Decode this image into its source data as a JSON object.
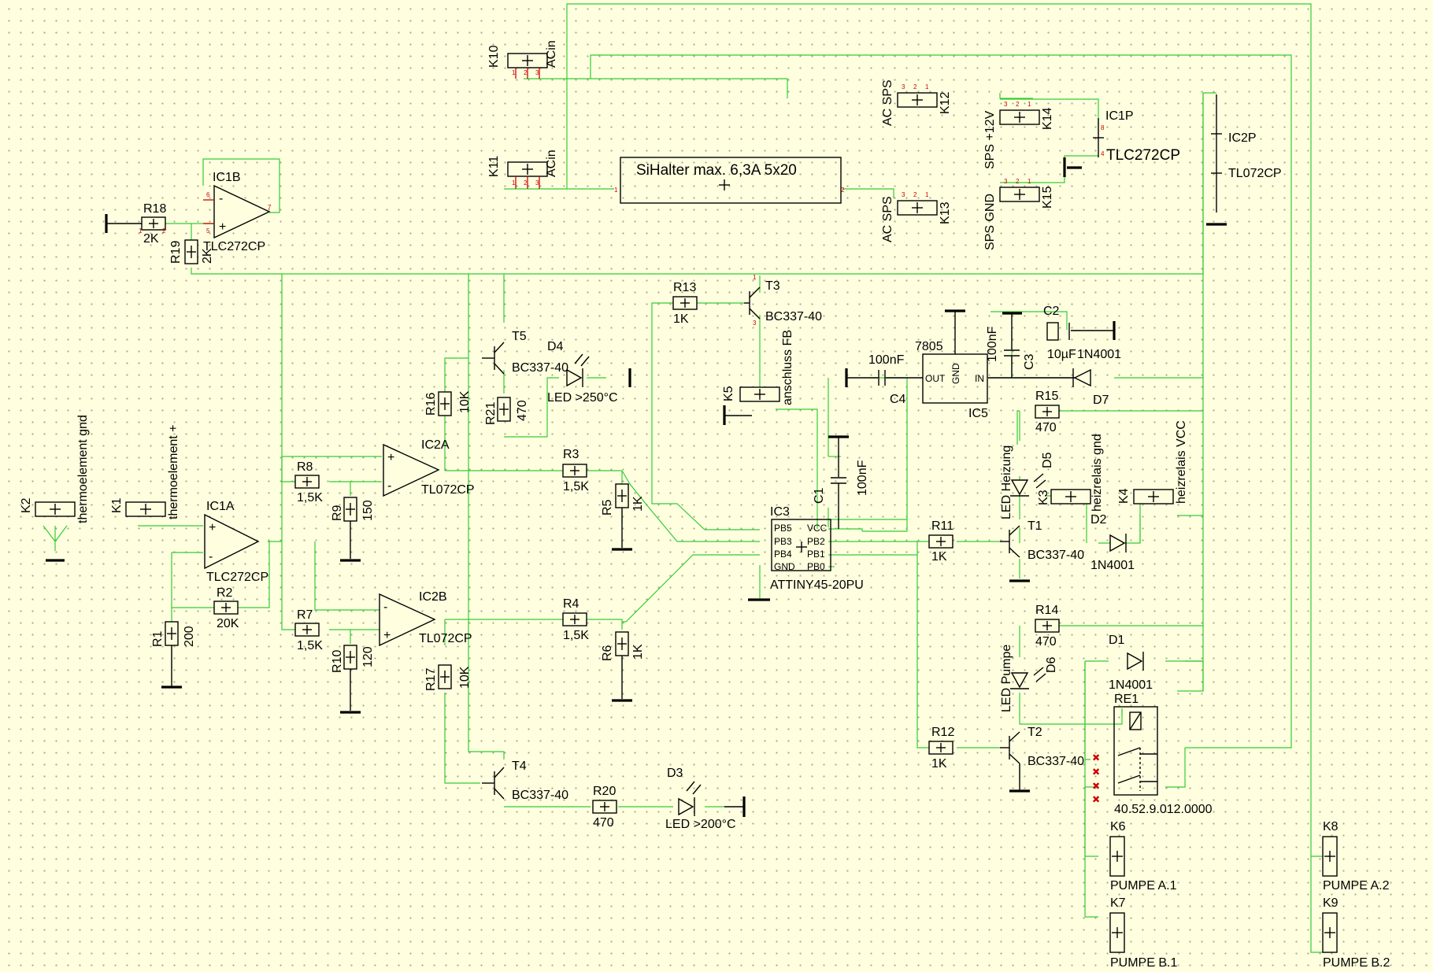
{
  "colors": {
    "background": "#ffffe0",
    "grid_dot": "#a9a98c",
    "wire": "#33cc33",
    "symbol": "#000000",
    "pin": "#cc0000"
  },
  "components": {
    "K10": {
      "name": "K10",
      "value": "ACin"
    },
    "K11": {
      "name": "K11",
      "value": "ACin"
    },
    "K12": {
      "name": "K12",
      "value": "AC SPS"
    },
    "K13": {
      "name": "K13",
      "value": "AC SPS"
    },
    "K14": {
      "name": "K14",
      "value": "SPS +12V"
    },
    "K15": {
      "name": "K15",
      "value": "SPS GND"
    },
    "fuse": {
      "value": "SiHalter max. 6,3A 5x20"
    },
    "IC1P": {
      "name": "IC1P",
      "value": "TLC272CP"
    },
    "IC2P": {
      "name": "IC2P",
      "value": "TL072CP"
    },
    "IC1B": {
      "name": "IC1B",
      "value": "TLC272CP"
    },
    "IC1A": {
      "name": "IC1A",
      "value": "TLC272CP"
    },
    "IC2A": {
      "name": "IC2A",
      "value": "TL072CP"
    },
    "IC2B": {
      "name": "IC2B",
      "value": "TL072CP"
    },
    "IC3": {
      "name": "IC3",
      "value": "ATTINY45-20PU",
      "pins": [
        "PB5",
        "PB3",
        "PB4",
        "GND",
        "VCC",
        "PB2",
        "PB1",
        "PB0"
      ]
    },
    "IC5": {
      "name": "IC5",
      "value": "7805",
      "pins": [
        "OUT",
        "GND",
        "IN"
      ]
    },
    "R18": {
      "name": "R18",
      "value": "2K"
    },
    "R19": {
      "name": "R19",
      "value": "2K"
    },
    "R13": {
      "name": "R13",
      "value": "1K"
    },
    "T3": {
      "name": "T3",
      "value": "BC337-40"
    },
    "K5": {
      "name": "K5",
      "value": "anschluss FB"
    },
    "T5": {
      "name": "T5",
      "value": "BC337-40"
    },
    "D4": {
      "name": "D4",
      "value": "LED >250°C"
    },
    "R16": {
      "name": "R16",
      "value": "10K"
    },
    "R21": {
      "name": "R21",
      "value": "470"
    },
    "C2": {
      "name": "C2",
      "value": "10µF"
    },
    "C3": {
      "name": "C3",
      "value": "100nF"
    },
    "C4": {
      "name": "C4",
      "value": "100nF"
    },
    "C1": {
      "name": "C1",
      "value": "100nF"
    },
    "D7": {
      "name": "D7",
      "value": "1N4001"
    },
    "R15": {
      "name": "R15",
      "value": "470"
    },
    "D5": {
      "name": "D5",
      "value": "LED Heizung"
    },
    "K3": {
      "name": "K3",
      "value": "heizrelais gnd"
    },
    "K4": {
      "name": "K4",
      "value": "heizrelais VCC"
    },
    "D2": {
      "name": "D2",
      "value": "1N4001"
    },
    "T1": {
      "name": "T1",
      "value": "BC337-40"
    },
    "R11": {
      "name": "R11",
      "value": "1K"
    },
    "K2": {
      "name": "K2",
      "value": "thermoelement gnd"
    },
    "K1": {
      "name": "K1",
      "value": "thermoelement +"
    },
    "R8": {
      "name": "R8",
      "value": "1,5K"
    },
    "R9": {
      "name": "R9",
      "value": "150"
    },
    "R3": {
      "name": "R3",
      "value": "1,5K"
    },
    "R5": {
      "name": "R5",
      "value": "1K"
    },
    "R2": {
      "name": "R2",
      "value": "20K"
    },
    "R1": {
      "name": "R1",
      "value": "200"
    },
    "R7": {
      "name": "R7",
      "value": "1,5K"
    },
    "R10": {
      "name": "R10",
      "value": "120"
    },
    "R4": {
      "name": "R4",
      "value": "1,5K"
    },
    "R6": {
      "name": "R6",
      "value": "1K"
    },
    "R17": {
      "name": "R17",
      "value": "10K"
    },
    "T4": {
      "name": "T4",
      "value": "BC337-40"
    },
    "R20": {
      "name": "R20",
      "value": "470"
    },
    "D3": {
      "name": "D3",
      "value": "LED >200°C"
    },
    "R14": {
      "name": "R14",
      "value": "470"
    },
    "D6": {
      "name": "D6",
      "value": "LED Pumpe"
    },
    "D1": {
      "name": "D1",
      "value": "1N4001"
    },
    "RE1": {
      "name": "RE1",
      "value": "40.52.9.012.0000"
    },
    "R12": {
      "name": "R12",
      "value": "1K"
    },
    "T2": {
      "name": "T2",
      "value": "BC337-40"
    },
    "K6": {
      "name": "K6",
      "value": "PUMPE A.1"
    },
    "K7": {
      "name": "K7",
      "value": "PUMPE B.1"
    },
    "K8": {
      "name": "K8",
      "value": "PUMPE A.2"
    },
    "K9": {
      "name": "K9",
      "value": "PUMPE B.2"
    }
  }
}
